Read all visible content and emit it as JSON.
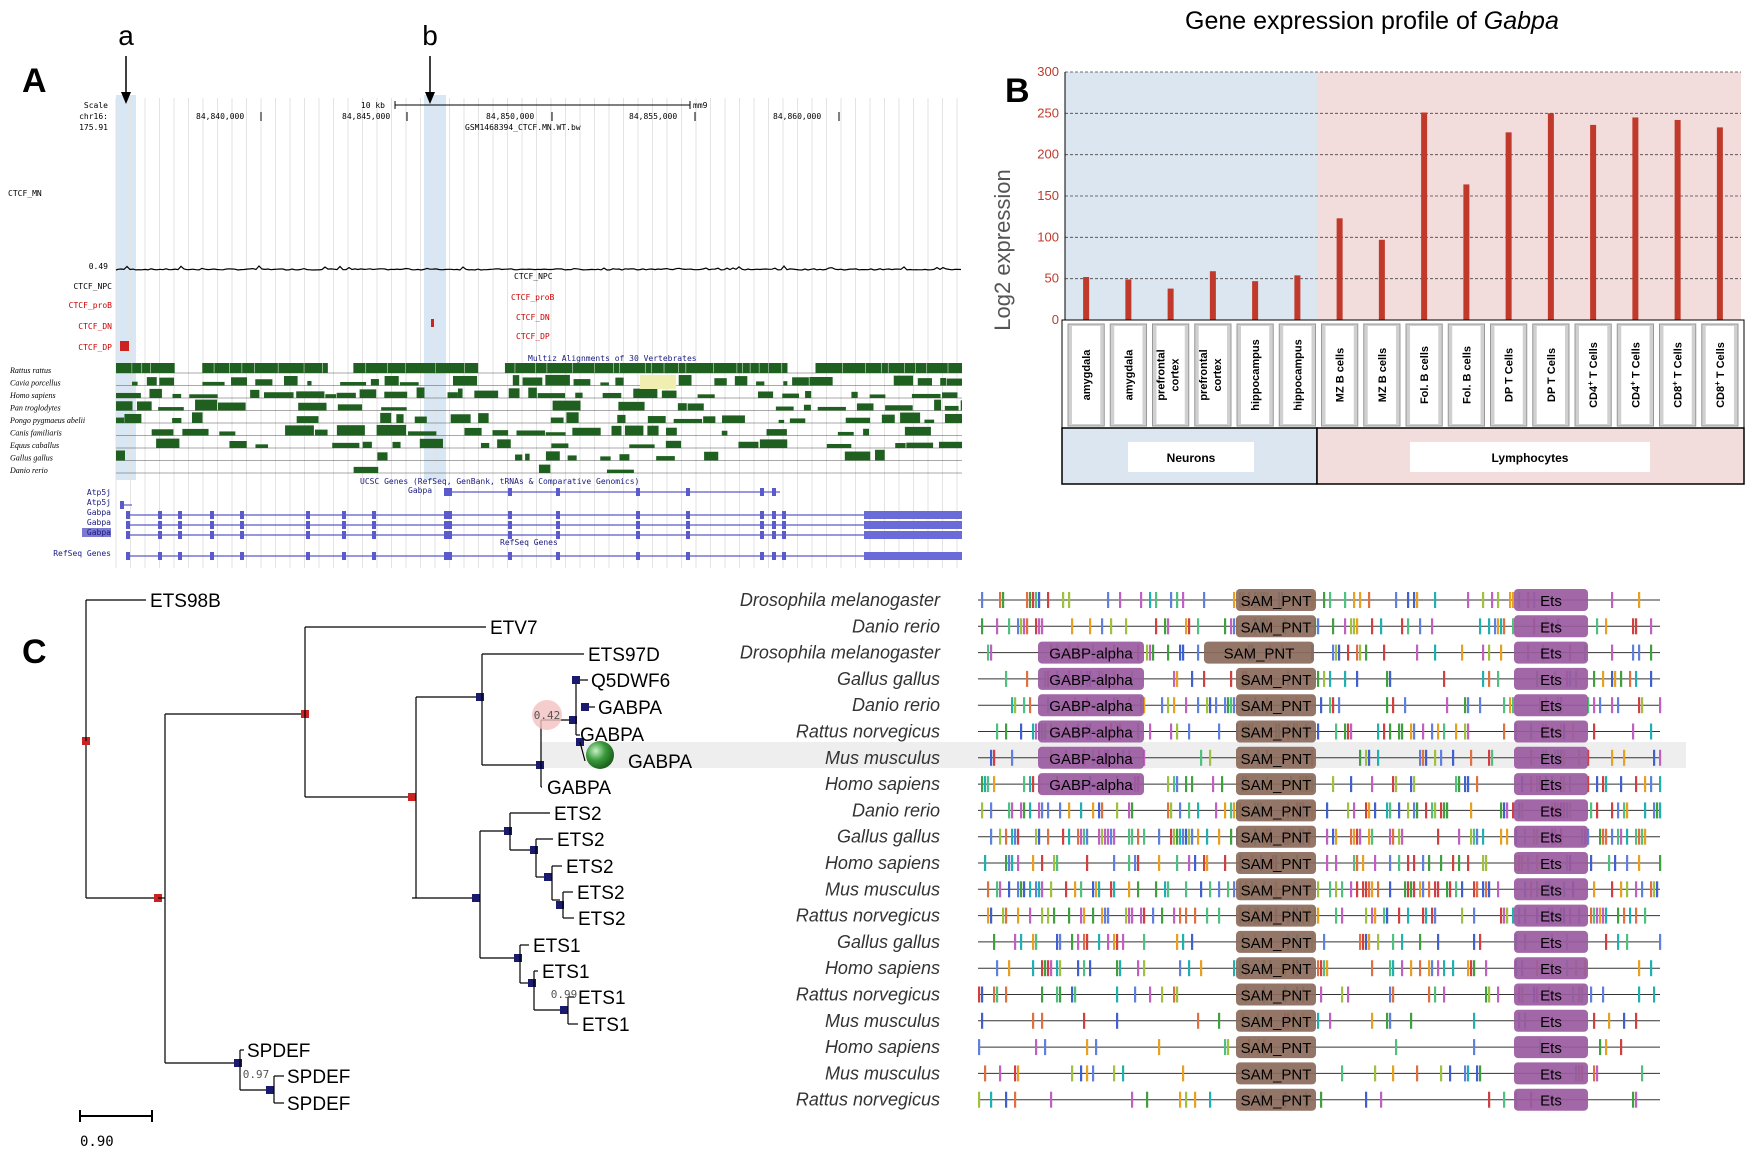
{
  "panel_letters": {
    "a": "A",
    "b": "B",
    "c": "C"
  },
  "panelA": {
    "marker_a": "a",
    "marker_b": "b",
    "scale_label": "Scale",
    "scale_value": "10 kb",
    "assembly": "mm9",
    "chrom": "chr16:",
    "track_max": "175.91",
    "track_min": "0.49",
    "positions": [
      "84,840,000",
      "84,845,000",
      "84,850,000",
      "84,855,000",
      "84,860,000"
    ],
    "bigwig_name": "GSM1468394_CTCF.MN.WT.bw",
    "ctcf_mn": "CTCF_MN",
    "ctcf_left": [
      {
        "label": "CTCF_NPC",
        "color": "#000000"
      },
      {
        "label": "CTCF_proB",
        "color": "#cc0000"
      },
      {
        "label": "CTCF_DN",
        "color": "#cc0000"
      },
      {
        "label": "CTCF_DP",
        "color": "#cc0000"
      }
    ],
    "ctcf_center": [
      {
        "label": "CTCF_NPC",
        "color": "#000000"
      },
      {
        "label": "CTCF_proB",
        "color": "#cc0000"
      },
      {
        "label": "CTCF_DN",
        "color": "#cc0000"
      },
      {
        "label": "CTCF_DP",
        "color": "#cc0000"
      }
    ],
    "multiz_title": "Multiz Alignments of 30 Vertebrates",
    "species": [
      "Rattus rattus",
      "Cavia porcellus",
      "Homo sapiens",
      "Pan troglodytes",
      "Pongo pygmaeus abelii",
      "Canis familiaris",
      "Equus caballus",
      "Gallus gallus",
      "Danio rerio"
    ],
    "ucsc_title": "UCSC Genes (RefSeq, GenBank, tRNAs & Comparative Genomics)",
    "genes_left": [
      "Atp5j",
      "Atp5j",
      "Gabpa",
      "Gabpa",
      "Gabpa"
    ],
    "gabpa_label": "Gabpa",
    "refseq_title": "RefSeq Genes",
    "refseq_left": "RefSeq Genes"
  },
  "panelB": {
    "title_prefix": "Gene expression profile of ",
    "title_gene": "Gabpa",
    "ylabel": "Log2 expression",
    "neurons": "Neurons",
    "lymphocytes": "Lymphocytes"
  },
  "chart_data": {
    "type": "bar",
    "title": "Gene expression profile of Gabpa",
    "ylabel": "Log2 expression",
    "ylim": [
      0,
      300
    ],
    "yticks": [
      0,
      50,
      100,
      150,
      200,
      250,
      300
    ],
    "grid": true,
    "categories": [
      "amygdala",
      "amygdala",
      "prefrontal cortex",
      "prefrontal cortex",
      "hippocampus",
      "hippocampus",
      "MZ B cells",
      "MZ B cells",
      "Fol. B cells",
      "Fol. B cells",
      "DP T Cells",
      "DP T Cells",
      "CD4+ T Cells",
      "CD4+ T Cells",
      "CD8+ T Cells",
      "CD8+ T Cells"
    ],
    "values": [
      52,
      49,
      38,
      59,
      47,
      54,
      123,
      97,
      251,
      164,
      227,
      250,
      236,
      245,
      242,
      233
    ],
    "groups": [
      {
        "name": "Neurons",
        "count": 6
      },
      {
        "name": "Lymphocytes",
        "count": 10
      }
    ],
    "colors": {
      "bar": "#c0392b",
      "neurons_bg": "#dce6f0",
      "lymphocytes_bg": "#f3dcdc"
    }
  },
  "panelC": {
    "scale_value": "0.90",
    "support_values": [
      "0.42",
      "0.99",
      "0.97"
    ],
    "tree_labels": [
      "ETS98B",
      "ETV7",
      "ETS97D",
      "Q5DWF6",
      "GABPA",
      "GABPA",
      "GABPA",
      "GABPA",
      "ETS2",
      "ETS2",
      "ETS2",
      "ETS2",
      "ETS2",
      "ETS1",
      "ETS1",
      "ETS1",
      "ETS1",
      "SPDEF",
      "SPDEF",
      "SPDEF"
    ],
    "rows": [
      {
        "species": "Drosophila melanogaster",
        "domains": [
          "SAM_PNT",
          "Ets"
        ]
      },
      {
        "species": "Danio rerio",
        "domains": [
          "SAM_PNT",
          "Ets"
        ]
      },
      {
        "species": "Drosophila melanogaster",
        "domains": [
          "GABP-alpha",
          "SAM_PNT",
          "Ets"
        ]
      },
      {
        "species": "Gallus gallus",
        "domains": [
          "GABP-alpha",
          "SAM_PNT",
          "Ets"
        ]
      },
      {
        "species": "Danio rerio",
        "domains": [
          "GABP-alpha",
          "SAM_PNT",
          "Ets"
        ]
      },
      {
        "species": "Rattus norvegicus",
        "domains": [
          "GABP-alpha",
          "SAM_PNT",
          "Ets"
        ]
      },
      {
        "species": "Mus musculus",
        "domains": [
          "GABP-alpha",
          "SAM_PNT",
          "Ets"
        ]
      },
      {
        "species": "Homo sapiens",
        "domains": [
          "GABP-alpha",
          "SAM_PNT",
          "Ets"
        ]
      },
      {
        "species": "Danio rerio",
        "domains": [
          "SAM_PNT",
          "Ets"
        ]
      },
      {
        "species": "Gallus gallus",
        "domains": [
          "SAM_PNT",
          "Ets"
        ]
      },
      {
        "species": "Homo sapiens",
        "domains": [
          "SAM_PNT",
          "Ets"
        ]
      },
      {
        "species": "Mus musculus",
        "domains": [
          "SAM_PNT",
          "Ets"
        ]
      },
      {
        "species": "Rattus norvegicus",
        "domains": [
          "SAM_PNT",
          "Ets"
        ]
      },
      {
        "species": "Gallus gallus",
        "domains": [
          "SAM_PNT",
          "Ets"
        ]
      },
      {
        "species": "Homo sapiens",
        "domains": [
          "SAM_PNT",
          "Ets"
        ]
      },
      {
        "species": "Rattus norvegicus",
        "domains": [
          "SAM_PNT",
          "Ets"
        ]
      },
      {
        "species": "Mus musculus",
        "domains": [
          "SAM_PNT",
          "Ets"
        ]
      },
      {
        "species": "Homo sapiens",
        "domains": [
          "SAM_PNT",
          "Ets"
        ]
      },
      {
        "species": "Mus musculus",
        "domains": [
          "SAM_PNT",
          "Ets"
        ]
      },
      {
        "species": "Rattus norvegicus",
        "domains": [
          "SAM_PNT",
          "Ets"
        ]
      }
    ],
    "colors": {
      "node": "#1a1a6e",
      "root_node": "#cc2222",
      "highlight": "#2e8b2e",
      "domain": "#9a5aa0",
      "sam": "#8a6a5a"
    }
  }
}
